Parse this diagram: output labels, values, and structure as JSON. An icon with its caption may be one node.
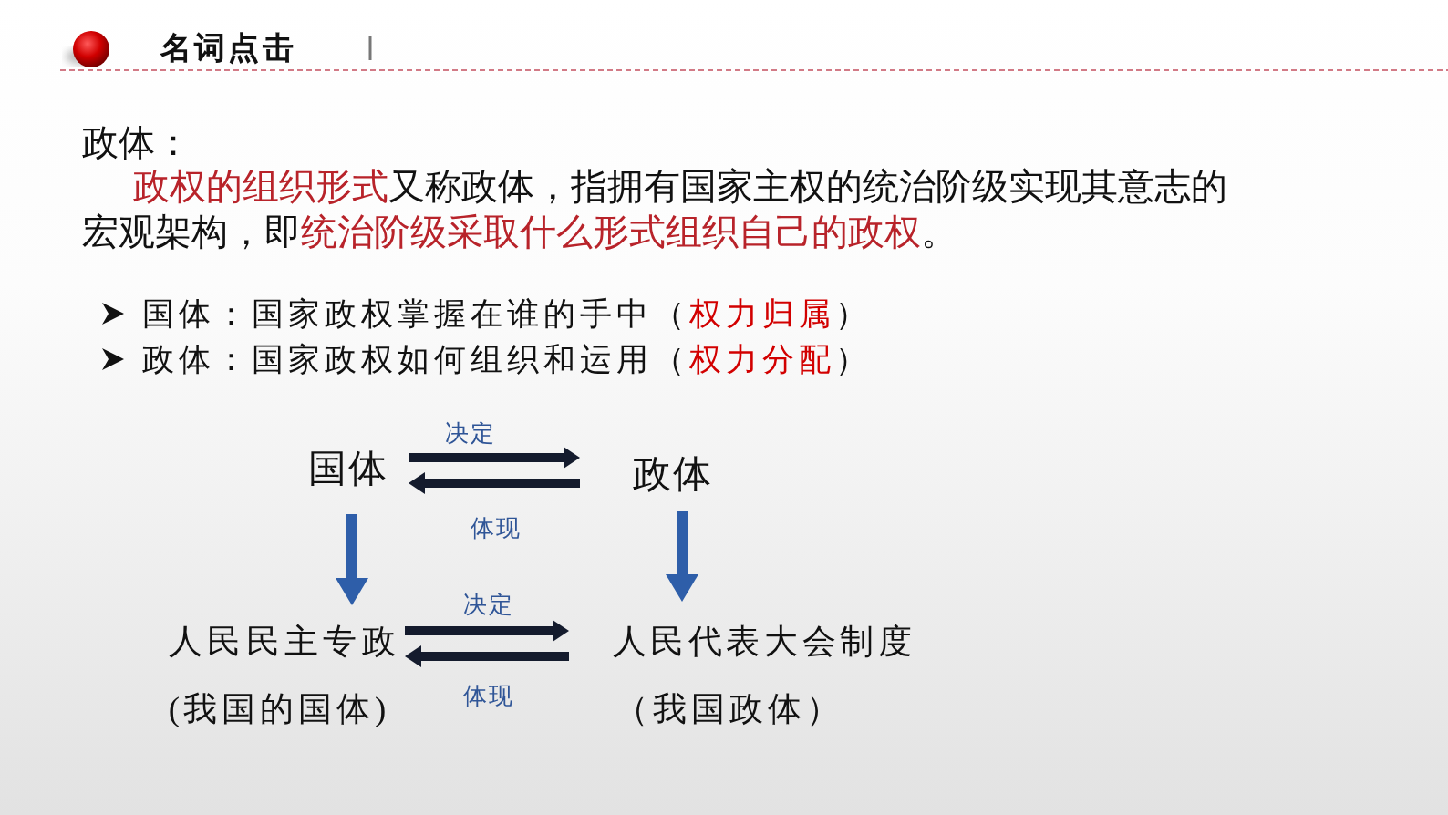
{
  "diagram": {
    "title": "名词点击",
    "nodes": [
      {
        "text": [
          "国体"
        ]
      },
      {
        "text": [
          "政体"
        ]
      },
      {
        "text": [
          "人民民主专政"
        ],
        "beside": [
          "(我国的国体)"
        ]
      },
      {
        "text": [
          "人民代表大会制度"
        ],
        "beside": [
          "（我国政体）"
        ]
      }
    ],
    "edges": [
      {
        "from": 0,
        "to": 1,
        "arrow": "to",
        "label": "决定"
      },
      {
        "from": 1,
        "to": 0,
        "arrow": "to",
        "label": "体现"
      },
      {
        "from": 0,
        "to": 2,
        "arrow": "to",
        "color": "#2e5ea9"
      },
      {
        "from": 1,
        "to": 3,
        "arrow": "to",
        "color": "#2e5ea9"
      },
      {
        "from": 2,
        "to": 3,
        "arrow": "to",
        "label": "决定"
      },
      {
        "from": 3,
        "to": 2,
        "arrow": "to",
        "label": "体现"
      }
    ],
    "labels": [
      "政体：",
      "**政权的组织形式**又称政体，指拥有国家主权的统治阶级实现其意志的宏观架构，即**统治阶级采取什么形式组织自己的政权**。",
      "国体：国家政权掌握在谁的手中（**权力归属**）",
      "政体：国家政权如何组织和运用（**权力分配**）"
    ]
  }
}
